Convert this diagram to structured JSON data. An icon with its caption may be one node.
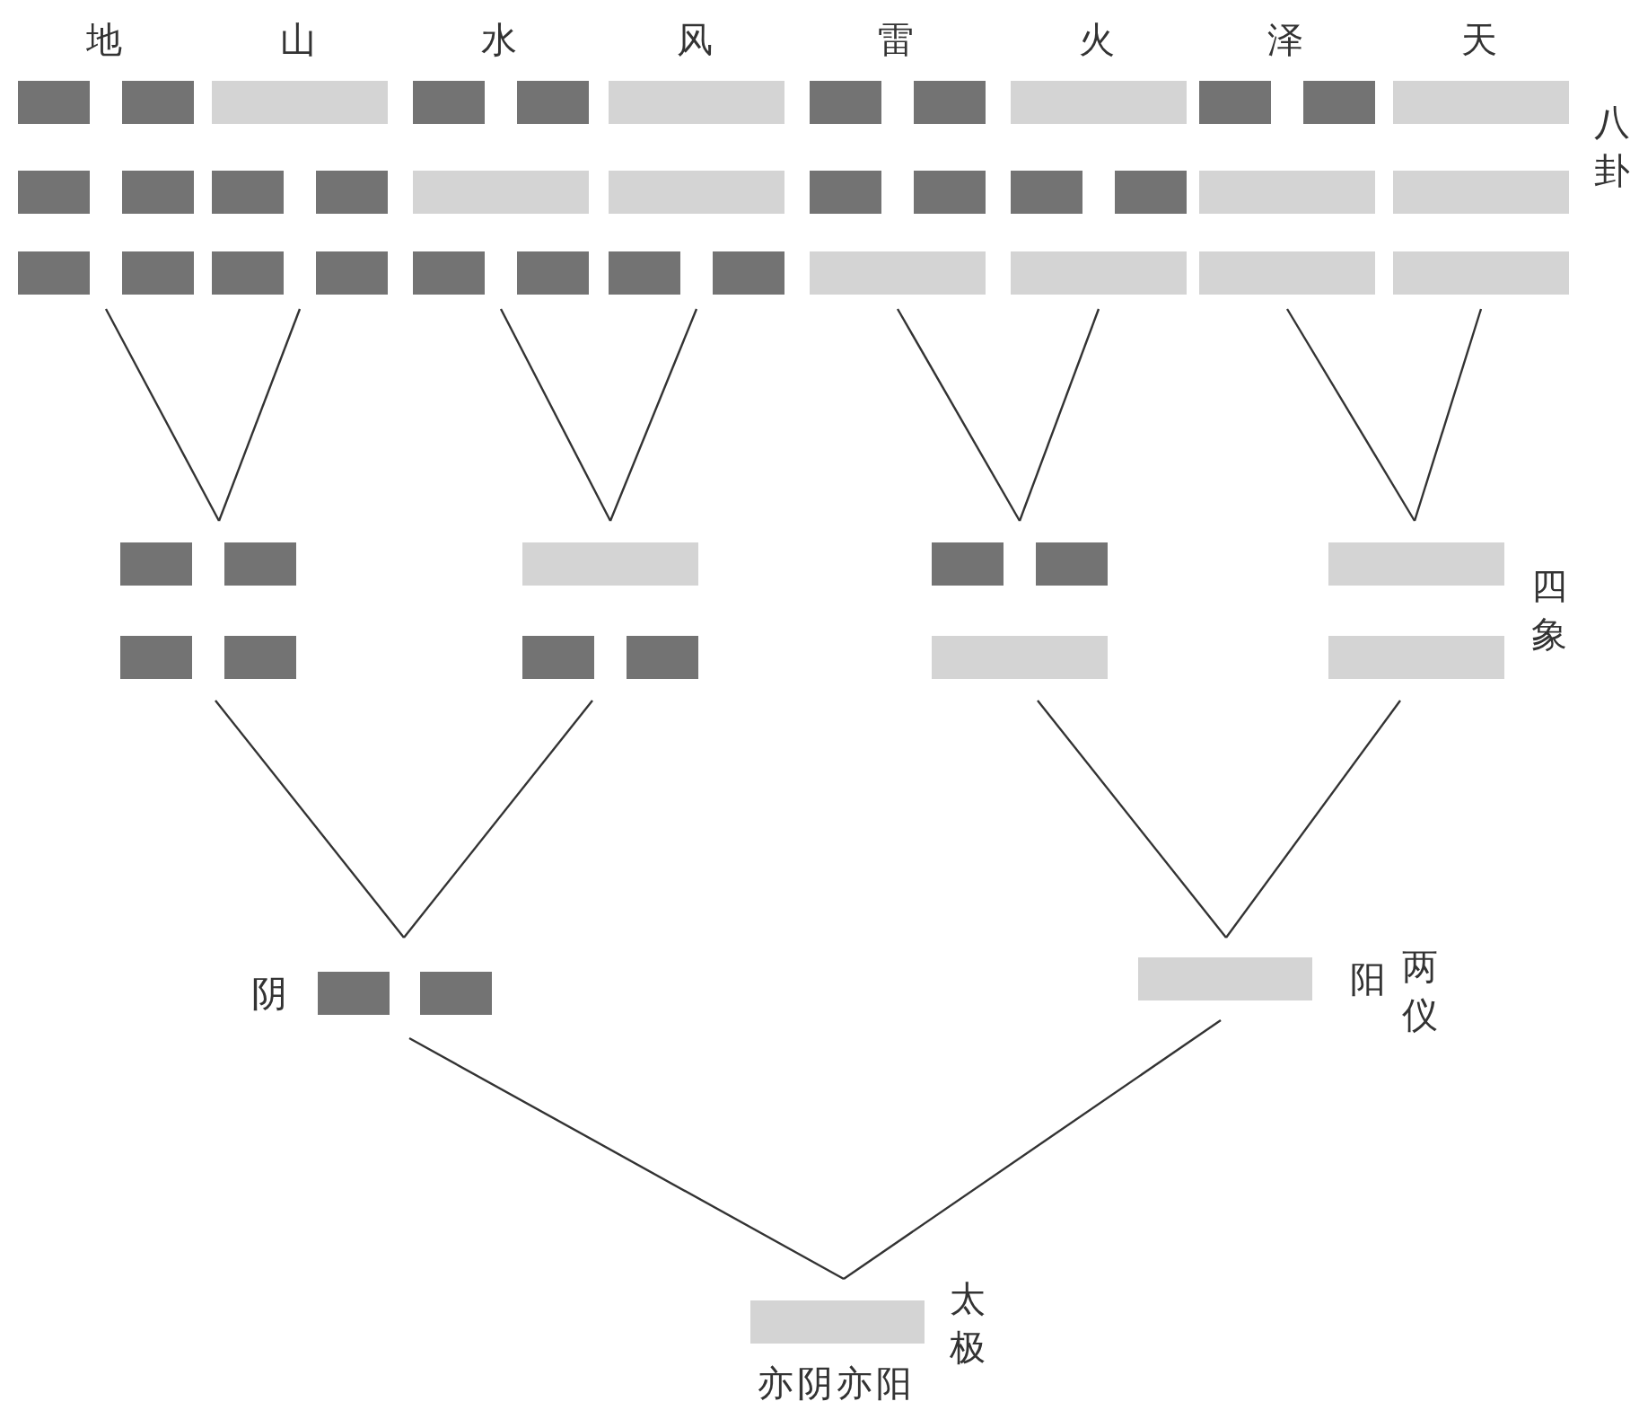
{
  "diagram": {
    "nodes": [
      {
        "text": [
          "地"
        ]
      },
      {
        "text": [
          "山"
        ]
      },
      {
        "text": [
          "水"
        ]
      },
      {
        "text": [
          "风"
        ]
      },
      {
        "text": [
          "雷"
        ]
      },
      {
        "text": [
          "火"
        ]
      },
      {
        "text": [
          "泽"
        ]
      },
      {
        "text": [
          "天"
        ]
      },
      {
        "text": [],
        "shape": "bar"
      },
      {
        "text": [],
        "shape": "bar"
      },
      {
        "text": [],
        "shape": "bar"
      },
      {
        "text": [],
        "shape": "bar"
      },
      {
        "text": [
          "阴"
        ]
      },
      {
        "text": [
          "阳"
        ]
      },
      {
        "text": [
          "亦阴亦阳"
        ]
      }
    ],
    "edges": [
      {
        "from": 8,
        "to": 0,
        "arrow": "none"
      },
      {
        "from": 8,
        "to": 1,
        "arrow": "none"
      },
      {
        "from": 9,
        "to": 2,
        "arrow": "none"
      },
      {
        "from": 9,
        "to": 3,
        "arrow": "none"
      },
      {
        "from": 10,
        "to": 4,
        "arrow": "none"
      },
      {
        "from": 10,
        "to": 5,
        "arrow": "none"
      },
      {
        "from": 11,
        "to": 6,
        "arrow": "none"
      },
      {
        "from": 11,
        "to": 7,
        "arrow": "none"
      },
      {
        "from": 12,
        "to": 8,
        "arrow": "none"
      },
      {
        "from": 12,
        "to": 9,
        "arrow": "none"
      },
      {
        "from": 13,
        "to": 10,
        "arrow": "none"
      },
      {
        "from": 13,
        "to": 11,
        "arrow": "none"
      },
      {
        "from": 14,
        "to": 12,
        "arrow": "none"
      },
      {
        "from": 14,
        "to": 13,
        "arrow": "none"
      }
    ],
    "labels": [
      "八卦",
      "四象",
      "两仪",
      "太极"
    ]
  }
}
